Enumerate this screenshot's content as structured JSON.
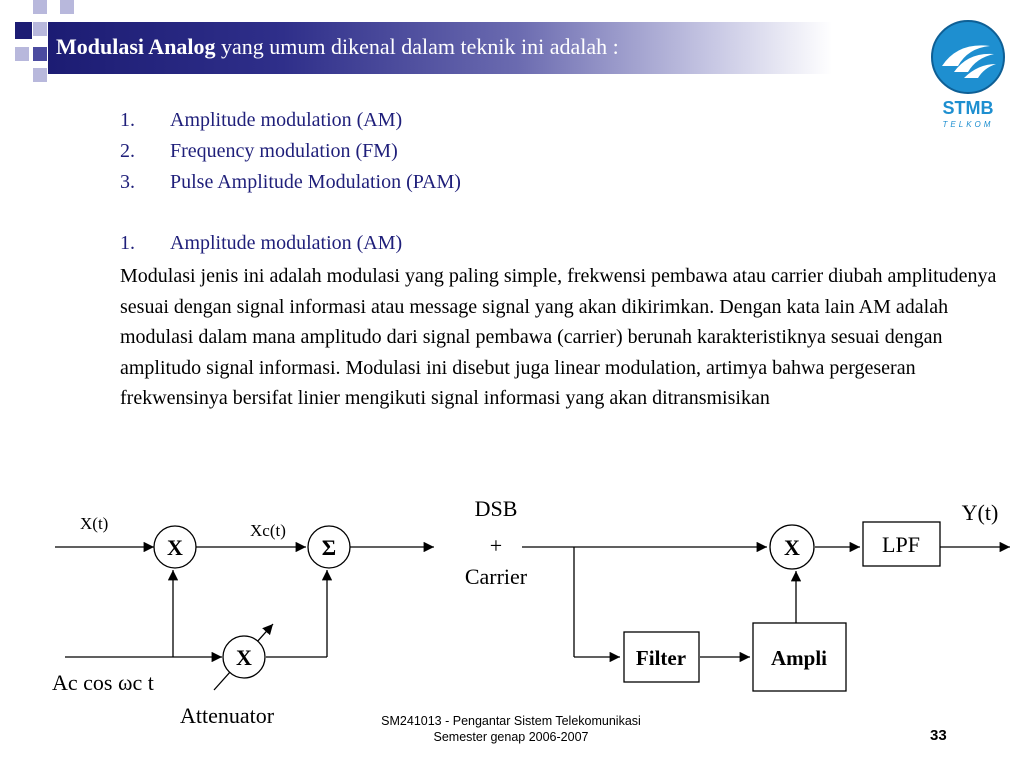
{
  "header": {
    "title_bold": "Modulasi Analog",
    "title_rest": " yang umum dikenal dalam teknik ini adalah :"
  },
  "logo": {
    "text": "STMB",
    "subtext": "TELKOM"
  },
  "list_items": [
    {
      "num": "1.",
      "text": "Amplitude modulation (AM)"
    },
    {
      "num": "2.",
      "text": "Frequency modulation (FM)"
    },
    {
      "num": "3.",
      "text": "Pulse Amplitude Modulation (PAM)"
    }
  ],
  "section": {
    "num": "1.",
    "heading": "Amplitude modulation (AM)",
    "body": "Modulasi jenis ini adalah modulasi yang paling simple, frekwensi pembawa atau carrier diubah amplitudenya sesuai dengan signal  informasi atau message signal yang akan dikirimkan. Dengan kata lain AM adalah modulasi dalam mana amplitudo dari signal pembawa (carrier) berunah karakteristiknya sesuai dengan amplitudo signal informasi. Modulasi ini disebut juga linear modulation, artimya bahwa pergeseran frekwensinya bersifat linier mengikuti signal informasi yang akan ditransmisikan"
  },
  "diagram": {
    "input_label": "X(t)",
    "mixer1": "X",
    "xc_label": "Xc(t)",
    "summer": "Σ",
    "mixer2": "X",
    "carrier_label": "Ac cos ωc t",
    "attenuator_label": "Attenuator",
    "dsb_line1": "DSB",
    "dsb_line2": "+",
    "dsb_line3": "Carrier",
    "mixer3": "X",
    "lpf": "LPF",
    "output_label": "Y(t)",
    "filter": "Filter",
    "ampli": "Ampli"
  },
  "footer": {
    "line1": "SM241013 - Pengantar Sistem Telekomunikasi",
    "line2": "Semester genap 2006-2007",
    "page": "33"
  },
  "colors": {
    "title_bg": "#1c1c73",
    "list_text": "#1f1f7a",
    "deco_dark": "#4b4ba0",
    "deco_light": "#b8b8dc",
    "logo_blue": "#1e8fd0"
  }
}
